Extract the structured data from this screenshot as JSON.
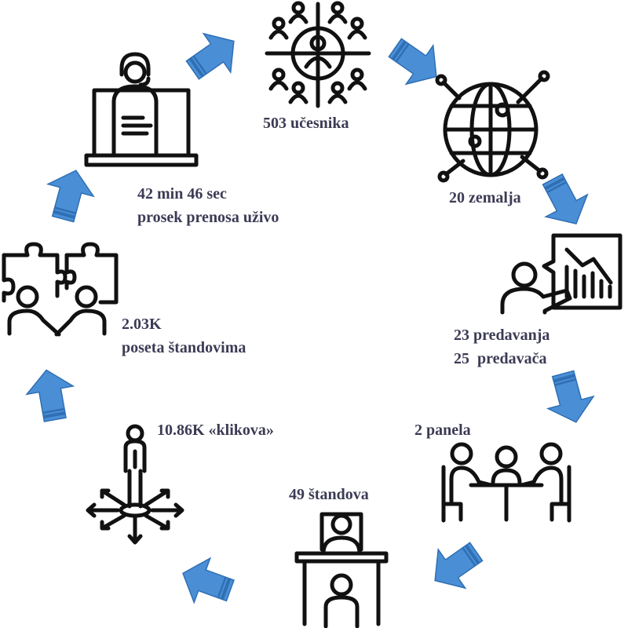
{
  "colors": {
    "arrow": "#4a8fd6",
    "arrow_stripe": "#2f6fb3",
    "text": "#3b3b55",
    "icon": "#111111"
  },
  "nodes": [
    {
      "id": "participants",
      "icon": "network-people-icon",
      "lines": [
        "503 učesnika"
      ]
    },
    {
      "id": "countries",
      "icon": "globe-network-icon",
      "lines": [
        "20 zemalja"
      ]
    },
    {
      "id": "lectures",
      "icon": "presenter-chart-icon",
      "lines": [
        "23 predavanja",
        "25  predavača"
      ]
    },
    {
      "id": "panels",
      "icon": "meeting-table-icon",
      "lines": [
        "2 panela"
      ]
    },
    {
      "id": "booths",
      "icon": "booth-desk-icon",
      "lines": [
        "49 štandova"
      ]
    },
    {
      "id": "clicks",
      "icon": "person-arrows-icon",
      "lines": [
        "10.86K «klikova»"
      ]
    },
    {
      "id": "booth-visits",
      "icon": "puzzle-handshake-icon",
      "lines": [
        "2.03K",
        "poseta štandovima"
      ]
    },
    {
      "id": "livestream",
      "icon": "laptop-headset-icon",
      "lines": [
        "42 min 46 sec",
        "prosek prenosa uživo"
      ]
    }
  ]
}
